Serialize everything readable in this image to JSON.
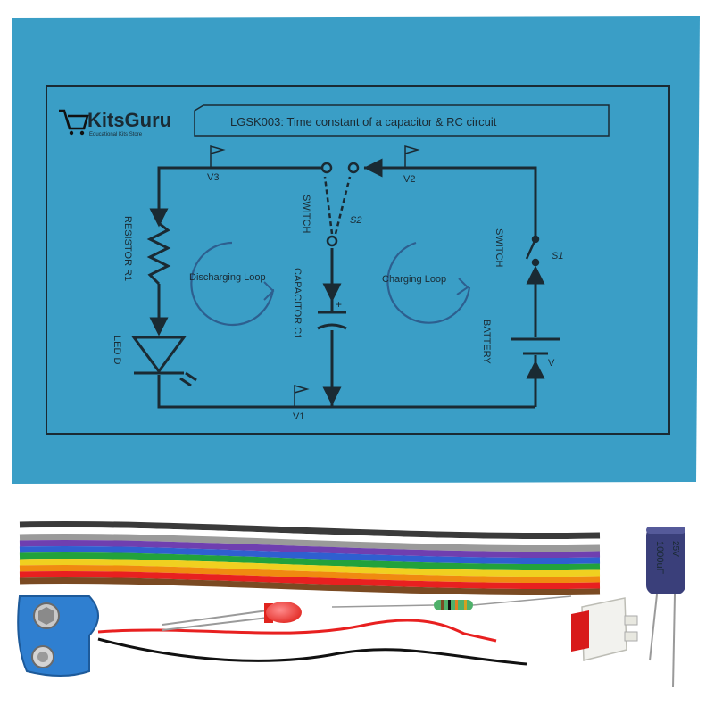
{
  "board": {
    "brand": "KitsGuru",
    "brand_tagline": "Educational Kits Store",
    "title": "LGSK003: Time constant of a capacitor & RC circuit",
    "labels": {
      "v3": "V3",
      "v2": "V2",
      "v1": "V1",
      "switch_left": "SWITCH",
      "s2": "S2",
      "switch_right": "SWITCH",
      "s1": "S1",
      "resistor": "RESISTOR R1",
      "capacitor": "CAPACITOR C1",
      "led": "LED D",
      "battery": "BATTERY",
      "battery_v": "V",
      "discharging_loop": "Discharging Loop",
      "charging_loop": "Charging Loop"
    }
  },
  "components": {
    "capacitor_marking_1": "1000uF",
    "capacitor_marking_2": "25V"
  },
  "colors": {
    "board": "#3a9ec6",
    "line": "#1a2a33",
    "loop": "#2d5f8f"
  }
}
